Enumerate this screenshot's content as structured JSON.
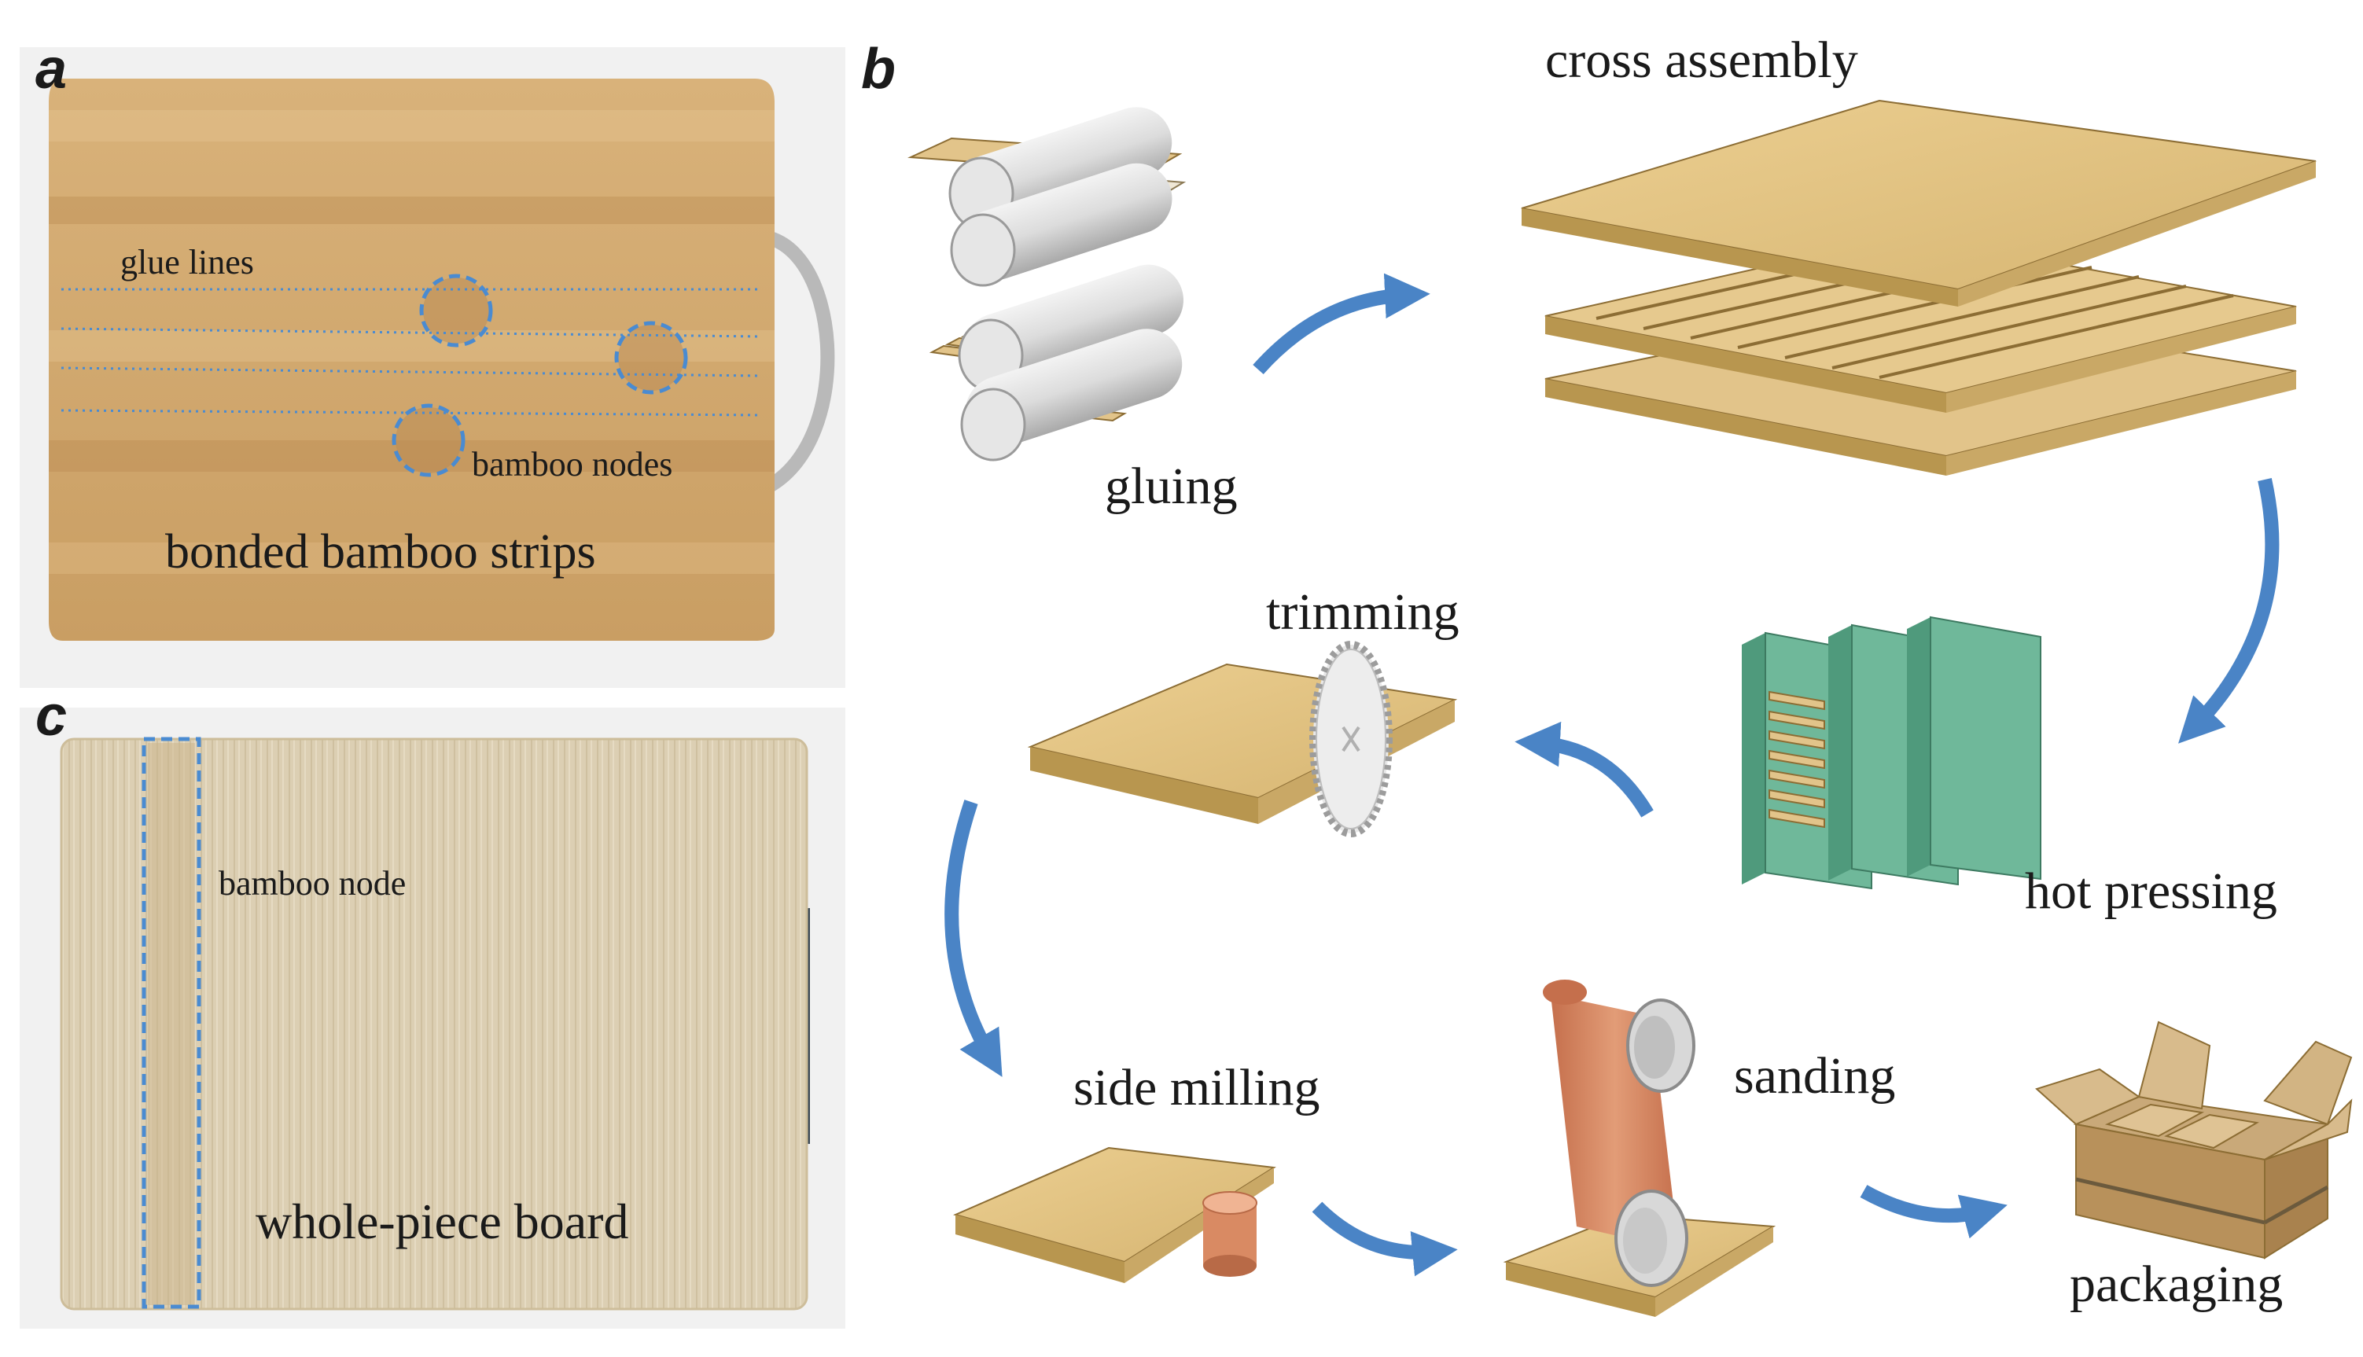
{
  "panels": {
    "a": {
      "letter": "a",
      "glue_label": "glue lines",
      "nodes_label": "bamboo nodes",
      "caption": "bonded bamboo strips"
    },
    "b": {
      "letter": "b",
      "steps": {
        "gluing": "gluing",
        "cross_assembly": "cross assembly",
        "hot_pressing": "hot pressing",
        "trimming": "trimming",
        "side_milling": "side milling",
        "sanding": "sanding",
        "packaging": "packaging"
      }
    },
    "c": {
      "letter": "c",
      "node_label": "bamboo node",
      "caption": "whole-piece board"
    }
  },
  "colors": {
    "bamboo": "#e2c48a",
    "bamboo_dark": "#b8964f",
    "bamboo_edge": "#8c6d34",
    "board_c": "#dccfb3",
    "arrow": "#4a84c6",
    "dash": "#4a8bd1",
    "press": "#6fb89a",
    "belt": "#d98a63",
    "roller": "#d8d8d8",
    "box": "#c9a979"
  }
}
